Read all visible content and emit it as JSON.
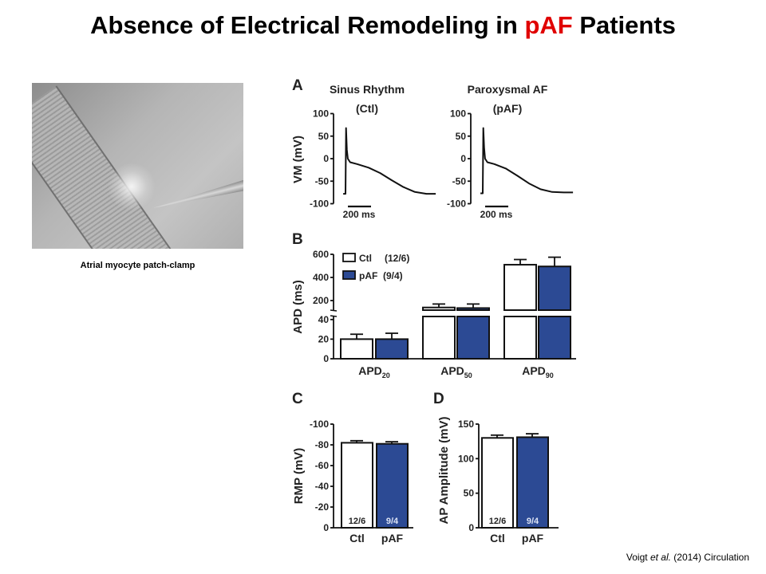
{
  "slide": {
    "title_before": "Absence of Electrical Remodeling in ",
    "title_highlight": "pAF",
    "title_after": " Patients",
    "caption": "Atrial myocyte patch-clamp",
    "citation_author": "Voigt ",
    "citation_etal": "et al.",
    "citation_rest": " (2014) Circulation"
  },
  "colors": {
    "ctl": "#ffffff",
    "paf": "#2c4a94",
    "highlight": "#e00000"
  },
  "chart_data": [
    {
      "panel": "A",
      "type": "line",
      "ylabel": "VM (mV)",
      "ylim": [
        -100,
        100
      ],
      "yticks": [
        100,
        50,
        0,
        -50,
        -100
      ],
      "scale_bar": "200 ms",
      "scale_bar_ms": 200,
      "series": [
        {
          "name": "Sinus Rhythm",
          "subtitle": "(Ctl)",
          "t_ms": [
            -20,
            0,
            5,
            12,
            20,
            40,
            100,
            200,
            300,
            400,
            500,
            600,
            700,
            780
          ],
          "mv": [
            -78,
            -78,
            68,
            20,
            0,
            -8,
            -12,
            -20,
            -32,
            -48,
            -63,
            -74,
            -78,
            -78
          ]
        },
        {
          "name": "Paroxysmal AF",
          "subtitle": "(pAF)",
          "t_ms": [
            -20,
            0,
            5,
            12,
            20,
            40,
            100,
            200,
            300,
            400,
            500,
            600,
            700,
            780
          ],
          "mv": [
            -77,
            -77,
            68,
            25,
            0,
            -8,
            -12,
            -22,
            -38,
            -55,
            -68,
            -74,
            -75,
            -75
          ]
        }
      ]
    },
    {
      "panel": "B",
      "type": "bar",
      "ylabel": "APD (ms)",
      "yticks_lower": [
        0,
        20,
        40
      ],
      "yticks_upper": [
        200,
        400,
        600
      ],
      "categories": [
        "APD",
        "APD",
        "APD"
      ],
      "category_subscripts": [
        "20",
        "50",
        "90"
      ],
      "legend": [
        {
          "label": "Ctl",
          "n": "(12/6)"
        },
        {
          "label": "pAF",
          "n": "(9/4)"
        }
      ],
      "legend_position": "top-left",
      "series": [
        {
          "name": "Ctl",
          "values": [
            20,
            140,
            510
          ],
          "errors": [
            5,
            30,
            45
          ]
        },
        {
          "name": "pAF",
          "values": [
            20,
            135,
            495
          ],
          "errors": [
            6,
            35,
            80
          ]
        }
      ]
    },
    {
      "panel": "C",
      "type": "bar",
      "ylabel": "RMP (mV)",
      "ylim": [
        0,
        -100
      ],
      "yticks": [
        0,
        -20,
        -40,
        -60,
        -80,
        -100
      ],
      "categories": [
        "Ctl",
        "pAF"
      ],
      "n_labels": [
        "12/6",
        "9/4"
      ],
      "values": [
        -82,
        -81
      ],
      "errors": [
        2,
        2
      ]
    },
    {
      "panel": "D",
      "type": "bar",
      "ylabel": "AP Amplitude (mV)",
      "ylim": [
        0,
        150
      ],
      "yticks": [
        0,
        50,
        100,
        150
      ],
      "categories": [
        "Ctl",
        "pAF"
      ],
      "n_labels": [
        "12/6",
        "9/4"
      ],
      "values": [
        130,
        131
      ],
      "errors": [
        4,
        5
      ]
    }
  ]
}
